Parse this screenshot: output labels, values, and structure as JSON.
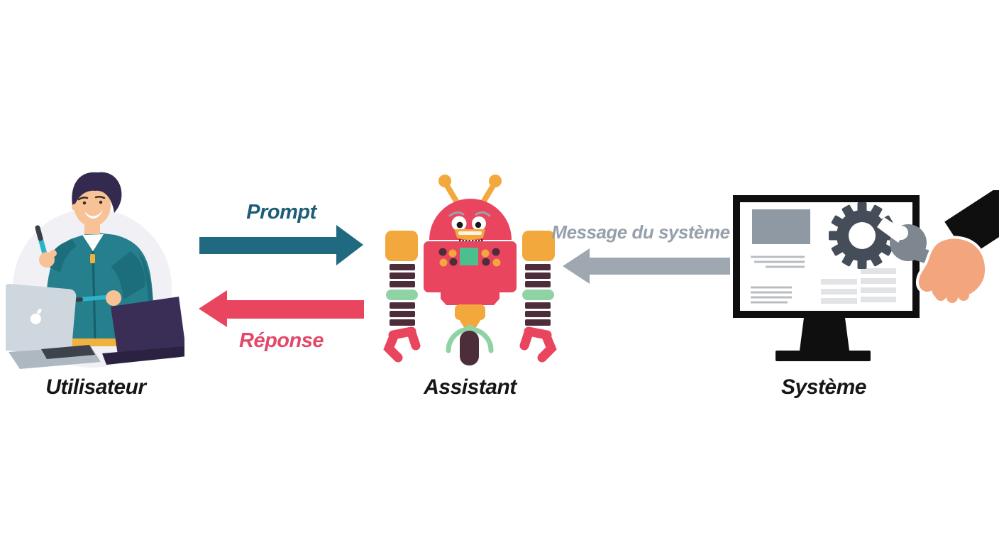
{
  "actors": {
    "user": {
      "label": "Utilisateur",
      "icon": "person-with-laptops-illustration"
    },
    "assistant": {
      "label": "Assistant",
      "icon": "robot-illustration"
    },
    "system": {
      "label": "Système",
      "icon": "monitor-gear-wrench-illustration"
    }
  },
  "arrows": {
    "prompt": {
      "label": "Prompt",
      "direction": "right",
      "from": "Utilisateur",
      "to": "Assistant",
      "color": "#1f6a80",
      "label_color": "#1d5d77"
    },
    "response": {
      "label": "Réponse",
      "direction": "left",
      "from": "Assistant",
      "to": "Utilisateur",
      "color": "#e9455f",
      "label_color": "#e2486a"
    },
    "system_message": {
      "label": "Message du système",
      "direction": "left",
      "from": "Système",
      "to": "Assistant",
      "color": "#9fa8b0",
      "label_color": "#96a0ab"
    }
  },
  "palette": {
    "background": "#ffffff",
    "actor_label_color": "#161616",
    "robot_body": "#e9455f",
    "robot_accent_orange": "#f2a83c",
    "robot_accent_green": "#4cbf8e",
    "robot_accent_lightgreen": "#8fd3a5",
    "robot_dark": "#4e2d3b",
    "user_shirt_teal": "#267f8d",
    "monitor_black": "#0f0f0f",
    "gear_gray": "#454d58",
    "wrench_gray": "#7e8790",
    "hand_skin": "#f3a67d"
  }
}
